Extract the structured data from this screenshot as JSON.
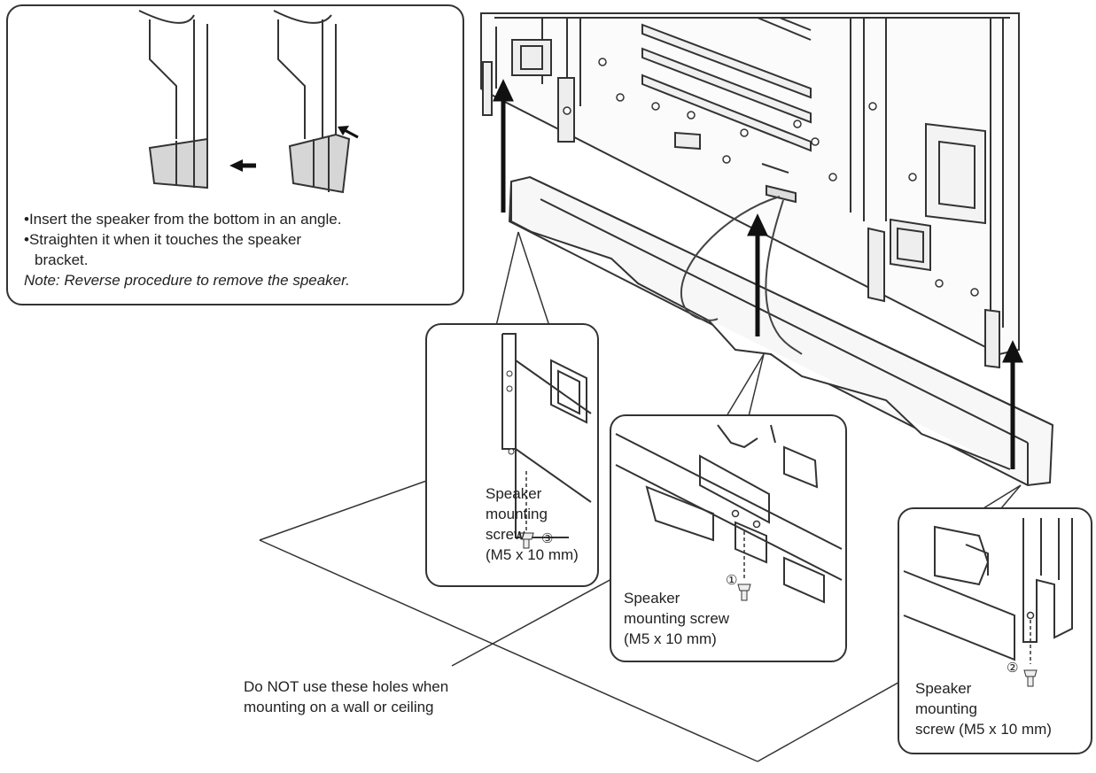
{
  "instructions": {
    "line1": "•Insert the speaker from the bottom in an angle.",
    "line2": "•Straighten it when it touches the speaker",
    "line3": "bracket.",
    "note": "Note: Reverse procedure to remove the speaker."
  },
  "screw_left": {
    "marker": "③",
    "label_lines": [
      "Speaker",
      "mounting",
      "screw",
      "(M5 x 10 mm)"
    ]
  },
  "screw_center": {
    "marker": "①",
    "label_lines": [
      "Speaker",
      "mounting screw",
      "(M5 x 10 mm)"
    ]
  },
  "screw_right": {
    "marker": "②",
    "label_lines": [
      "Speaker",
      "mounting",
      "screw (M5 x 10 mm)"
    ]
  },
  "warning": {
    "lines": [
      "Do NOT use these holes when",
      "mounting on a wall or ceiling"
    ]
  }
}
